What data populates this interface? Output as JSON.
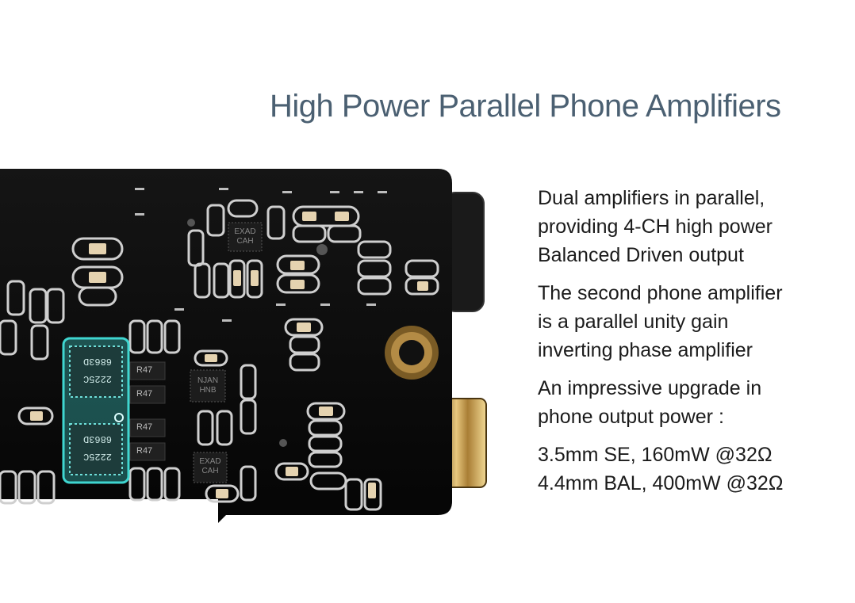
{
  "heading": "High Power Parallel Phone Amplifiers",
  "paragraphs": [
    {
      "lines": [
        "Dual amplifiers in parallel,",
        "providing 4-CH high power",
        "Balanced Driven output"
      ]
    },
    {
      "lines": [
        "The second phone amplifier",
        "is a parallel unity gain",
        "inverting phase amplifier"
      ]
    },
    {
      "lines": [
        "An impressive upgrade in",
        "phone output power :"
      ]
    }
  ],
  "specs": [
    "3.5mm SE, 160mW @32Ω",
    "4.4mm BAL, 400mW @32Ω"
  ],
  "chip_markings": {
    "amp_chip_1": [
      "2225C",
      "6863D"
    ],
    "amp_chip_2": [
      "2225C",
      "6863D"
    ],
    "resistor_labels": [
      "R47",
      "R47",
      "R47",
      "R47"
    ],
    "ic_small_1": [
      "EXAD",
      "CAH"
    ],
    "ic_small_2": [
      "NJAN",
      "HNB"
    ],
    "ic_small_3": [
      "EXAD",
      "CAH"
    ]
  },
  "colors": {
    "title": "#4b6072",
    "board": "#0b0b0b",
    "highlight": "#3fd6d0",
    "jack_gold": "#c9a15a"
  }
}
